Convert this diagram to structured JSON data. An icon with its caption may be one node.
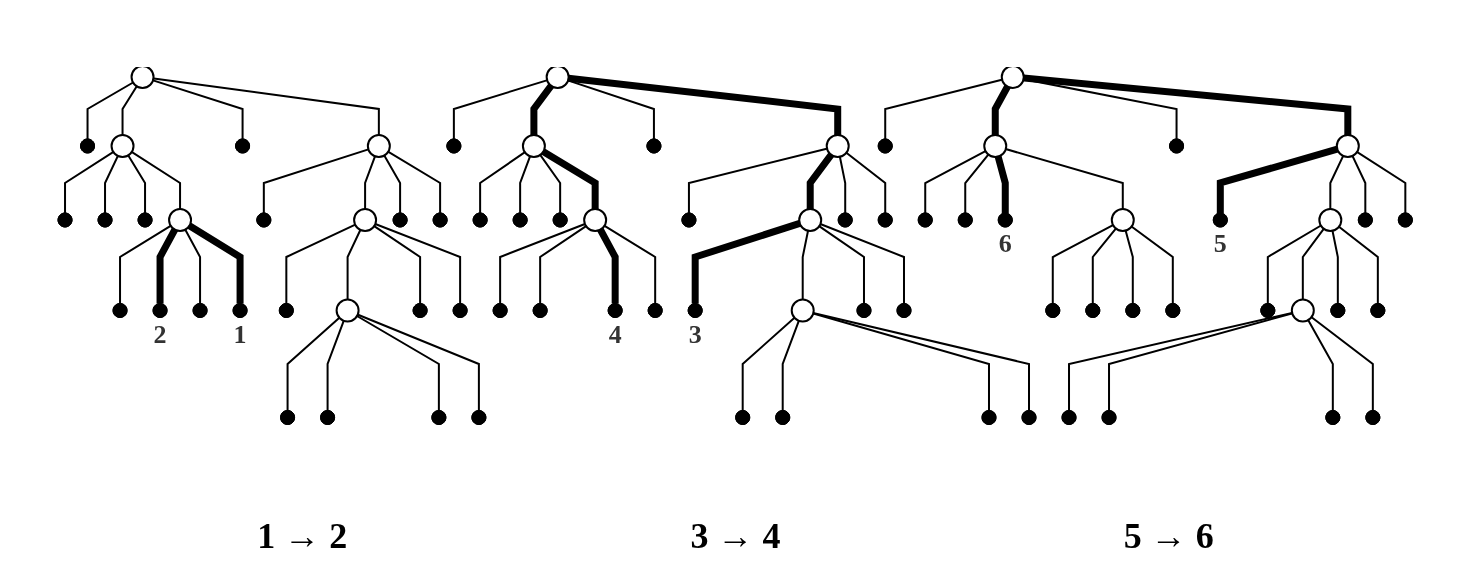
{
  "diagram": {
    "nodes": [
      {
        "text": [],
        "shape": "circle"
      },
      {
        "text": [],
        "shape": "dot"
      },
      {
        "text": [],
        "shape": "circle"
      },
      {
        "text": [],
        "shape": "dot"
      },
      {
        "text": [],
        "shape": "circle"
      },
      {
        "text": [],
        "shape": "dot"
      },
      {
        "text": [],
        "shape": "dot"
      },
      {
        "text": [],
        "shape": "dot"
      },
      {
        "text": [],
        "shape": "circle"
      },
      {
        "text": [],
        "shape": "dot"
      },
      {
        "text": [],
        "shape": "circle"
      },
      {
        "text": [],
        "shape": "dot"
      },
      {
        "text": [],
        "shape": "dot"
      },
      {
        "text": [],
        "shape": "dot"
      },
      {
        "text": [],
        "shape": "dot",
        "beside": [
          "2"
        ]
      },
      {
        "text": [],
        "shape": "dot"
      },
      {
        "text": [],
        "shape": "dot",
        "beside": [
          "1"
        ]
      },
      {
        "text": [],
        "shape": "dot"
      },
      {
        "text": [],
        "shape": "circle"
      },
      {
        "text": [],
        "shape": "dot"
      },
      {
        "text": [],
        "shape": "dot"
      },
      {
        "text": [],
        "shape": "dot"
      },
      {
        "text": [],
        "shape": "dot"
      },
      {
        "text": [],
        "shape": "dot"
      },
      {
        "text": [],
        "shape": "dot"
      },
      {
        "text": [],
        "shape": "circle"
      },
      {
        "text": [],
        "shape": "dot"
      },
      {
        "text": [],
        "shape": "circle"
      },
      {
        "text": [],
        "shape": "dot"
      },
      {
        "text": [],
        "shape": "circle"
      },
      {
        "text": [],
        "shape": "dot"
      },
      {
        "text": [],
        "shape": "dot"
      },
      {
        "text": [],
        "shape": "dot"
      },
      {
        "text": [],
        "shape": "circle"
      },
      {
        "text": [],
        "shape": "dot"
      },
      {
        "text": [],
        "shape": "circle"
      },
      {
        "text": [],
        "shape": "dot"
      },
      {
        "text": [],
        "shape": "dot"
      },
      {
        "text": [],
        "shape": "dot"
      },
      {
        "text": [],
        "shape": "dot"
      },
      {
        "text": [],
        "shape": "dot",
        "beside": [
          "4"
        ]
      },
      {
        "text": [],
        "shape": "dot"
      },
      {
        "text": [],
        "shape": "dot",
        "beside": [
          "3"
        ]
      },
      {
        "text": [],
        "shape": "circle"
      },
      {
        "text": [],
        "shape": "dot"
      },
      {
        "text": [],
        "shape": "dot"
      },
      {
        "text": [],
        "shape": "dot"
      },
      {
        "text": [],
        "shape": "dot"
      },
      {
        "text": [],
        "shape": "dot"
      },
      {
        "text": [],
        "shape": "dot"
      },
      {
        "text": [],
        "shape": "circle"
      },
      {
        "text": [],
        "shape": "dot"
      },
      {
        "text": [],
        "shape": "circle"
      },
      {
        "text": [],
        "shape": "dot"
      },
      {
        "text": [],
        "shape": "circle"
      },
      {
        "text": [],
        "shape": "dot"
      },
      {
        "text": [],
        "shape": "dot"
      },
      {
        "text": [],
        "shape": "dot",
        "beside": [
          "6"
        ]
      },
      {
        "text": [],
        "shape": "circle"
      },
      {
        "text": [],
        "shape": "dot",
        "beside": [
          "5"
        ]
      },
      {
        "text": [],
        "shape": "circle"
      },
      {
        "text": [],
        "shape": "dot"
      },
      {
        "text": [],
        "shape": "dot"
      },
      {
        "text": [],
        "shape": "dot"
      },
      {
        "text": [],
        "shape": "dot"
      },
      {
        "text": [],
        "shape": "dot"
      },
      {
        "text": [],
        "shape": "dot"
      },
      {
        "text": [],
        "shape": "dot"
      },
      {
        "text": [],
        "shape": "circle"
      },
      {
        "text": [],
        "shape": "dot"
      },
      {
        "text": [],
        "shape": "dot"
      },
      {
        "text": [],
        "shape": "dot"
      },
      {
        "text": [],
        "shape": "dot"
      },
      {
        "text": [],
        "shape": "dot"
      },
      {
        "text": [],
        "shape": "dot"
      }
    ],
    "edges": [
      {
        "from": 0,
        "to": 1,
        "arrow": "none"
      },
      {
        "from": 0,
        "to": 2,
        "arrow": "none"
      },
      {
        "from": 0,
        "to": 3,
        "arrow": "none"
      },
      {
        "from": 0,
        "to": 4,
        "arrow": "none"
      },
      {
        "from": 2,
        "to": 5,
        "arrow": "none"
      },
      {
        "from": 2,
        "to": 6,
        "arrow": "none"
      },
      {
        "from": 2,
        "to": 7,
        "arrow": "none"
      },
      {
        "from": 2,
        "to": 8,
        "arrow": "none"
      },
      {
        "from": 4,
        "to": 9,
        "arrow": "none"
      },
      {
        "from": 4,
        "to": 10,
        "arrow": "none"
      },
      {
        "from": 4,
        "to": 11,
        "arrow": "none"
      },
      {
        "from": 4,
        "to": 12,
        "arrow": "none"
      },
      {
        "from": 8,
        "to": 13,
        "arrow": "none"
      },
      {
        "from": 8,
        "to": 14,
        "arrow": "none",
        "style": "thick"
      },
      {
        "from": 8,
        "to": 15,
        "arrow": "none"
      },
      {
        "from": 8,
        "to": 16,
        "arrow": "none",
        "style": "thick"
      },
      {
        "from": 10,
        "to": 17,
        "arrow": "none"
      },
      {
        "from": 10,
        "to": 18,
        "arrow": "none"
      },
      {
        "from": 10,
        "to": 19,
        "arrow": "none"
      },
      {
        "from": 10,
        "to": 20,
        "arrow": "none"
      },
      {
        "from": 18,
        "to": 21,
        "arrow": "none"
      },
      {
        "from": 18,
        "to": 22,
        "arrow": "none"
      },
      {
        "from": 18,
        "to": 23,
        "arrow": "none"
      },
      {
        "from": 18,
        "to": 24,
        "arrow": "none"
      },
      {
        "from": 25,
        "to": 26,
        "arrow": "none"
      },
      {
        "from": 25,
        "to": 27,
        "arrow": "none",
        "style": "thick"
      },
      {
        "from": 25,
        "to": 28,
        "arrow": "none"
      },
      {
        "from": 25,
        "to": 29,
        "arrow": "none",
        "style": "thick"
      },
      {
        "from": 27,
        "to": 30,
        "arrow": "none"
      },
      {
        "from": 27,
        "to": 31,
        "arrow": "none"
      },
      {
        "from": 27,
        "to": 32,
        "arrow": "none"
      },
      {
        "from": 27,
        "to": 33,
        "arrow": "none",
        "style": "thick"
      },
      {
        "from": 29,
        "to": 34,
        "arrow": "none"
      },
      {
        "from": 29,
        "to": 35,
        "arrow": "none",
        "style": "thick"
      },
      {
        "from": 29,
        "to": 36,
        "arrow": "none"
      },
      {
        "from": 29,
        "to": 37,
        "arrow": "none"
      },
      {
        "from": 33,
        "to": 38,
        "arrow": "none"
      },
      {
        "from": 33,
        "to": 39,
        "arrow": "none"
      },
      {
        "from": 33,
        "to": 40,
        "arrow": "none",
        "style": "thick"
      },
      {
        "from": 33,
        "to": 41,
        "arrow": "none"
      },
      {
        "from": 35,
        "to": 42,
        "arrow": "none",
        "style": "thick"
      },
      {
        "from": 35,
        "to": 43,
        "arrow": "none"
      },
      {
        "from": 35,
        "to": 44,
        "arrow": "none"
      },
      {
        "from": 35,
        "to": 45,
        "arrow": "none"
      },
      {
        "from": 43,
        "to": 46,
        "arrow": "none"
      },
      {
        "from": 43,
        "to": 47,
        "arrow": "none"
      },
      {
        "from": 43,
        "to": 48,
        "arrow": "none"
      },
      {
        "from": 43,
        "to": 49,
        "arrow": "none"
      },
      {
        "from": 50,
        "to": 51,
        "arrow": "none"
      },
      {
        "from": 50,
        "to": 52,
        "arrow": "none",
        "style": "thick"
      },
      {
        "from": 50,
        "to": 53,
        "arrow": "none"
      },
      {
        "from": 50,
        "to": 54,
        "arrow": "none",
        "style": "thick"
      },
      {
        "from": 52,
        "to": 55,
        "arrow": "none"
      },
      {
        "from": 52,
        "to": 56,
        "arrow": "none"
      },
      {
        "from": 52,
        "to": 57,
        "arrow": "none",
        "style": "thick"
      },
      {
        "from": 52,
        "to": 58,
        "arrow": "none"
      },
      {
        "from": 54,
        "to": 59,
        "arrow": "none",
        "style": "thick"
      },
      {
        "from": 54,
        "to": 60,
        "arrow": "none"
      },
      {
        "from": 54,
        "to": 61,
        "arrow": "none"
      },
      {
        "from": 54,
        "to": 62,
        "arrow": "none"
      },
      {
        "from": 58,
        "to": 63,
        "arrow": "none"
      },
      {
        "from": 58,
        "to": 64,
        "arrow": "none"
      },
      {
        "from": 58,
        "to": 65,
        "arrow": "none"
      },
      {
        "from": 58,
        "to": 66,
        "arrow": "none"
      },
      {
        "from": 60,
        "to": 67,
        "arrow": "none"
      },
      {
        "from": 60,
        "to": 68,
        "arrow": "none"
      },
      {
        "from": 60,
        "to": 69,
        "arrow": "none"
      },
      {
        "from": 60,
        "to": 70,
        "arrow": "none"
      },
      {
        "from": 68,
        "to": 71,
        "arrow": "none"
      },
      {
        "from": 68,
        "to": 72,
        "arrow": "none"
      },
      {
        "from": 68,
        "to": 73,
        "arrow": "none"
      },
      {
        "from": 68,
        "to": 74,
        "arrow": "none"
      }
    ],
    "labels": [
      "1 → 2",
      "3 → 4",
      "5 → 6"
    ]
  }
}
